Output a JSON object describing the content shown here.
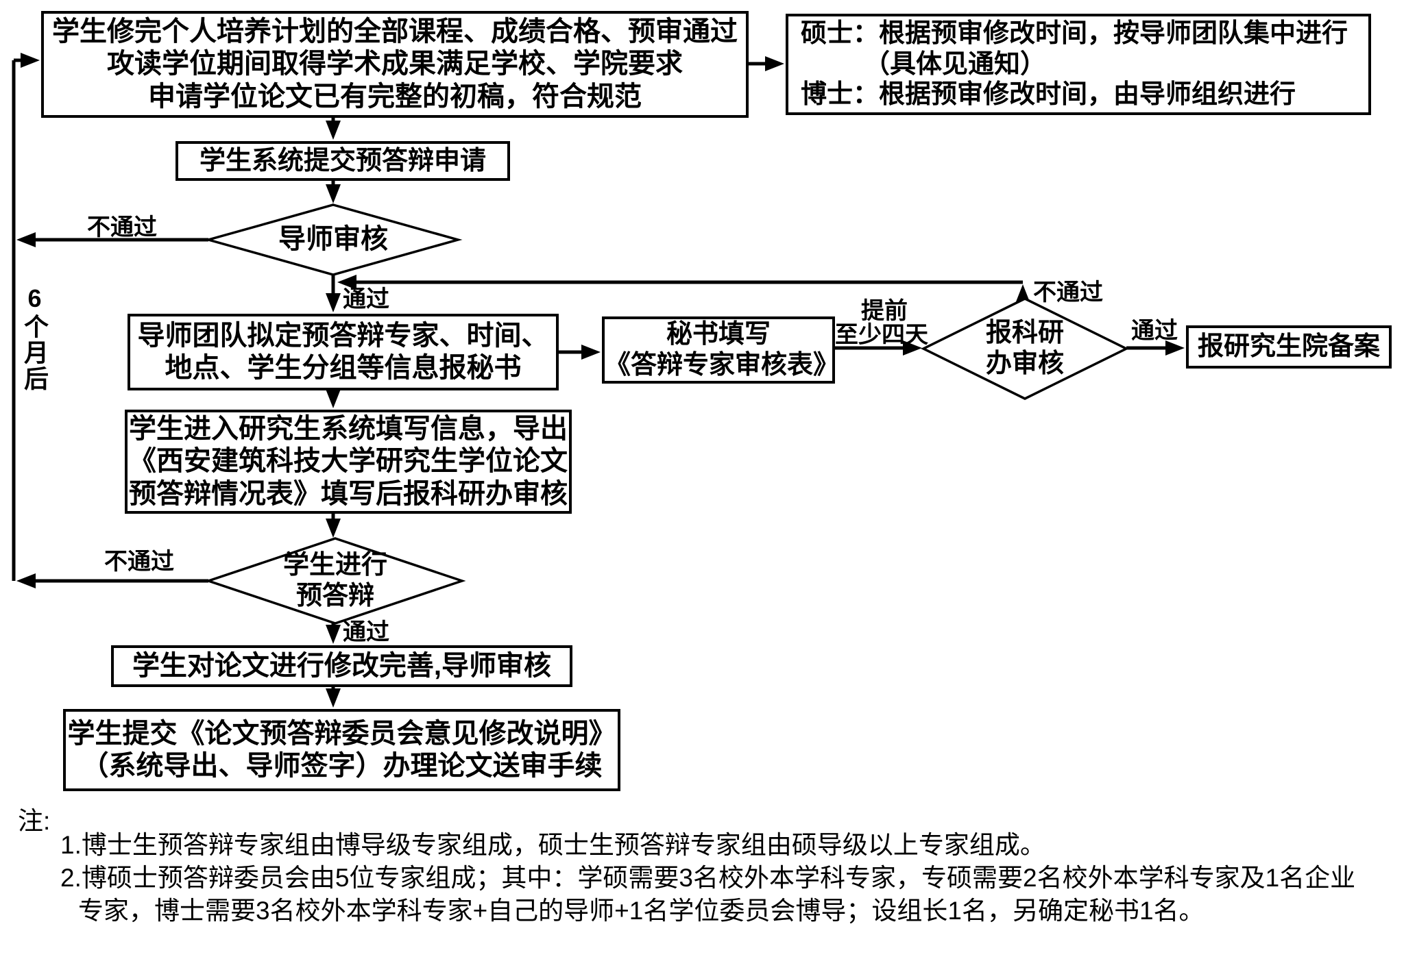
{
  "nodes": {
    "start_conditions": {
      "line1": "学生修完个人培养计划的全部课程、成绩合格、预审通过",
      "line2": "攻读学位期间取得学术成果满足学校、学院要求",
      "line3": "申请学位论文已有完整的初稿，符合规范"
    },
    "schedule_info": {
      "line1": "硕士：根据预审修改时间，按导师团队集中进行",
      "line2": "（具体见通知）",
      "line3": "博士：根据预审修改时间，由导师组织进行"
    },
    "submit_application": {
      "label": "学生系统提交预答辩申请"
    },
    "supervisor_review": {
      "label": "导师审核"
    },
    "team_plan": {
      "line1": "导师团队拟定预答辩专家、时间、",
      "line2": "地点、学生分组等信息报秘书"
    },
    "secretary_form": {
      "line1": "秘书填写",
      "line2": "《答辩专家审核表》"
    },
    "office_review": {
      "line1": "报科研",
      "line2": "办审核"
    },
    "grad_school_record": {
      "label": "报研究生院备案"
    },
    "student_fill_system": {
      "line1": "学生进入研究生系统填写信息，导出",
      "line2": "《西安建筑科技大学研究生学位论文",
      "line3": "预答辩情况表》填写后报科研办审核"
    },
    "pre_defense": {
      "line1": "学生进行",
      "line2": "预答辩"
    },
    "revise_thesis": {
      "label": "学生对论文进行修改完善,导师审核"
    },
    "submit_revision": {
      "line1": "学生提交《论文预答辩委员会意见修改说明》",
      "line2": "（系统导出、导师签字）办理论文送审手续"
    }
  },
  "edge_labels": {
    "supervisor_fail": "不通过",
    "supervisor_pass": "通过",
    "six_months_later": "6个月后",
    "advance_line1": "提前",
    "advance_line2": "至少四天",
    "office_fail": "不通过",
    "office_pass": "通过",
    "defense_fail": "不通过",
    "defense_pass": "通过"
  },
  "notes": {
    "heading": "注:",
    "item1": "1.博士生预答辩专家组由博导级专家组成，硕士生预答辩专家组由硕导级以上专家组成。",
    "item2": "2.博硕士预答辩委员会由5位专家组成；其中：学硕需要3名校外本学科专家，专硕需要2名校外本学科专家及1名企业",
    "item3": "专家，博士需要3名校外本学科专家+自己的导师+1名学位委员会博导；设组长1名，另确定秘书1名。"
  }
}
